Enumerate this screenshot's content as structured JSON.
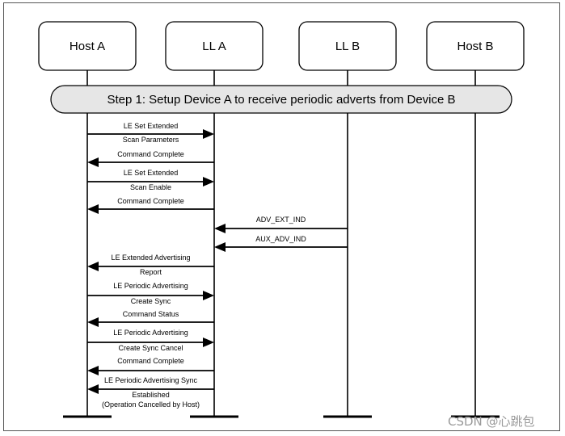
{
  "actors": [
    {
      "id": "host-a",
      "label": "Host A"
    },
    {
      "id": "ll-a",
      "label": "LL A"
    },
    {
      "id": "ll-b",
      "label": "LL B"
    },
    {
      "id": "host-b",
      "label": "Host B"
    }
  ],
  "step": {
    "label": "Step 1: Setup Device A to receive periodic adverts from Device B"
  },
  "messages": [
    {
      "from": "host-a",
      "to": "ll-a",
      "lines": [
        "LE Set Extended",
        "Scan Parameters"
      ]
    },
    {
      "from": "ll-a",
      "to": "host-a",
      "lines": [
        "Command Complete"
      ]
    },
    {
      "from": "host-a",
      "to": "ll-a",
      "lines": [
        "LE Set Extended",
        "Scan Enable"
      ]
    },
    {
      "from": "ll-a",
      "to": "host-a",
      "lines": [
        "Command Complete"
      ]
    },
    {
      "from": "ll-b",
      "to": "ll-a",
      "lines": [
        "ADV_EXT_IND"
      ]
    },
    {
      "from": "ll-b",
      "to": "ll-a",
      "lines": [
        "AUX_ADV_IND"
      ]
    },
    {
      "from": "ll-a",
      "to": "host-a",
      "lines": [
        "LE Extended Advertising",
        "Report"
      ]
    },
    {
      "from": "host-a",
      "to": "ll-a",
      "lines": [
        "LE Periodic Advertising",
        "Create Sync"
      ]
    },
    {
      "from": "ll-a",
      "to": "host-a",
      "lines": [
        "Command Status"
      ]
    },
    {
      "from": "host-a",
      "to": "ll-a",
      "lines": [
        "LE Periodic Advertising",
        "Create Sync Cancel"
      ]
    },
    {
      "from": "ll-a",
      "to": "host-a",
      "lines": [
        "Command Complete"
      ]
    },
    {
      "from": "ll-a",
      "to": "host-a",
      "lines": [
        "LE Periodic Advertising Sync",
        "Established",
        "(Operation Cancelled by Host)"
      ]
    }
  ],
  "watermark": "CSDN @心跳包"
}
